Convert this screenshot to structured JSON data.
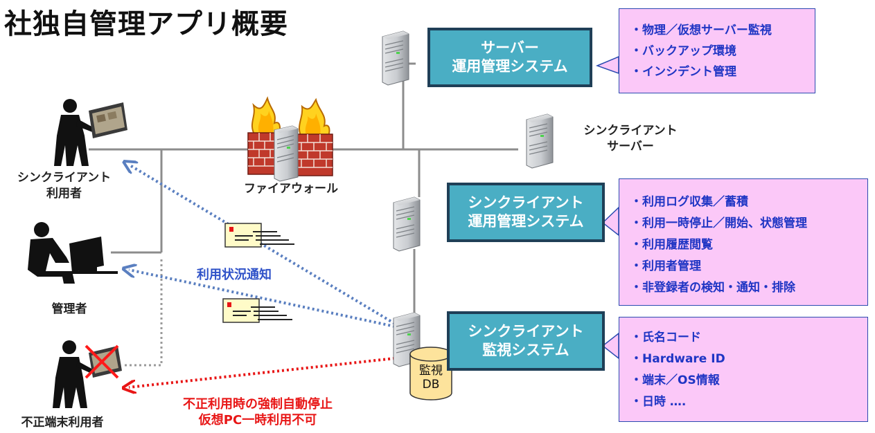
{
  "title": "社独自管理アプリ概要",
  "nodes": {
    "client_user": "シンクライアント\n利用者",
    "admin": "管理者",
    "rogue_user": "不正端末利用者",
    "firewall": "ファイアウォール",
    "tc_server": "シンクライアント\nサーバー"
  },
  "systems": {
    "server_ops": "サーバー\n運用管理システム",
    "tc_ops": "シンクライアント\n運用管理システム",
    "tc_monitor": "シンクライアント\n監視システム"
  },
  "info_boxes": {
    "server_ops": [
      "・物理／仮想サーバー監視",
      "・バックアップ環境",
      "・インシデント管理"
    ],
    "tc_ops": [
      "・利用ログ収集／蓄積",
      "・利用一時停止／開始、状態管理",
      "・利用履歴閲覧",
      "・利用者管理",
      "・非登録者の検知・通知・排除"
    ],
    "tc_monitor": [
      "・氏名コード",
      "・Hardware ID",
      "・端末／OS情報",
      "・日時 ….",
      ""
    ]
  },
  "db_label": "監視\nDB",
  "notes": {
    "usage_notice": "利用状況通知",
    "forced_stop": "不正利用時の強制自動停止\n仮想PC一時利用不可"
  },
  "colors": {
    "system_fill": "#4aaec4",
    "system_border": "#1f3f57",
    "info_fill": "#fbc8f8",
    "info_text": "#1f35c4",
    "notice_arrow": "#5a7fc0",
    "alert": "#e81616",
    "network_line": "#8c8c8c"
  }
}
